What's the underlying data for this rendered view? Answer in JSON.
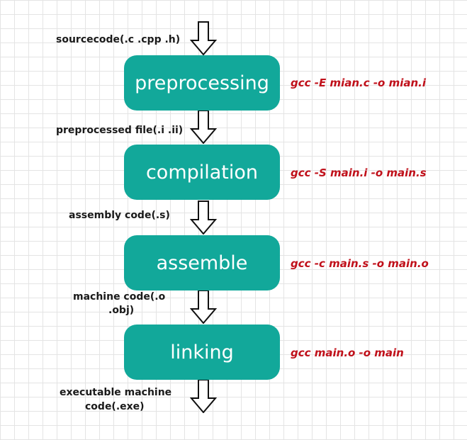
{
  "stages": [
    {
      "label": "preprocessing",
      "command": "gcc -E mian.c -o mian.i"
    },
    {
      "label": "compilation",
      "command": "gcc -S main.i -o main.s"
    },
    {
      "label": "assemble",
      "command": "gcc -c main.s -o main.o"
    },
    {
      "label": "linking",
      "command": "gcc main.o -o main"
    }
  ],
  "io_labels": {
    "source": "sourcecode(.c .cpp .h)",
    "preprocessed": "preprocessed file(.i .ii)",
    "assembly": "assembly code(.s)",
    "machine_1": "machine code(.o",
    "machine_2": ".obj)",
    "exec_1": "executable machine",
    "exec_2": "code(.exe)"
  },
  "colors": {
    "stage_fill": "#12a89a",
    "stage_text": "#ffffff",
    "command_text": "#c0101a",
    "grid": "#e4e4e4"
  }
}
